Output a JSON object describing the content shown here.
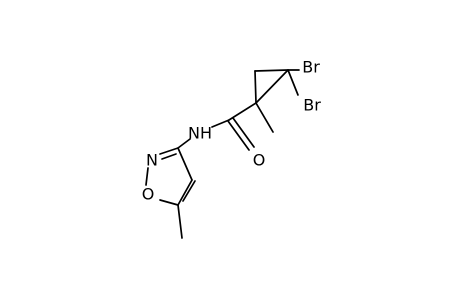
{
  "molecule": {
    "atoms": {
      "br1": "Br",
      "br2": "Br",
      "nh": "NH",
      "o_carbonyl": "O",
      "n_ring": "N",
      "o_ring": "O"
    }
  }
}
